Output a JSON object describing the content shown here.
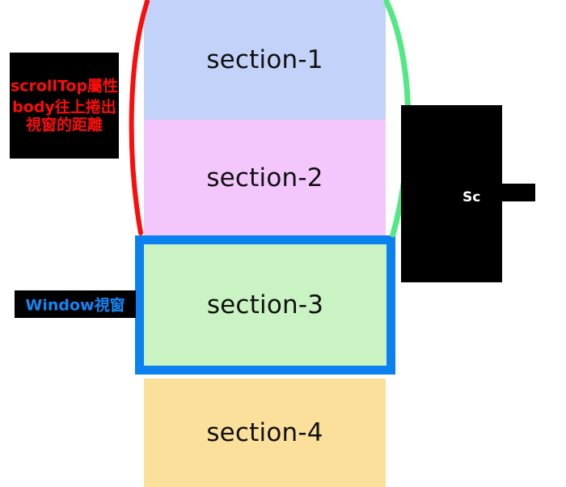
{
  "diagram": {
    "title": "scrollTop / Window viewport annotated page sections",
    "colors": {
      "section1_bg": "#c2d2f8",
      "section2_bg": "#f3c7fb",
      "section3_bg": "#caf3c3",
      "section4_bg": "#fbe09b",
      "viewport_frame": "#0b81ef",
      "red_arc": "#fc0d0d",
      "green_arc": "#52e884",
      "note_bg": "#000000",
      "red_text": "#fc0d0d",
      "blue_text": "#1386f5",
      "white_text": "#ffffff"
    }
  },
  "sections": [
    {
      "id": "section-1",
      "label": "section-1"
    },
    {
      "id": "section-2",
      "label": "section-2"
    },
    {
      "id": "section-3",
      "label": "section-3"
    },
    {
      "id": "section-4",
      "label": "section-4"
    }
  ],
  "annotations": {
    "scrolltop_note": {
      "line_top": "scrollTop屬性",
      "arrow": "up-arrow-icon",
      "line_bottom_1": "body往上捲出",
      "line_bottom_2": "視窗的距離"
    },
    "window_note": {
      "label": "Window視窗"
    },
    "scrollheight_note": {
      "label": "Sc"
    }
  },
  "arcs": {
    "left": {
      "name": "red-brace-arc",
      "color": "#fc0d0d"
    },
    "right": {
      "name": "green-brace-arc",
      "color": "#52e884"
    }
  }
}
